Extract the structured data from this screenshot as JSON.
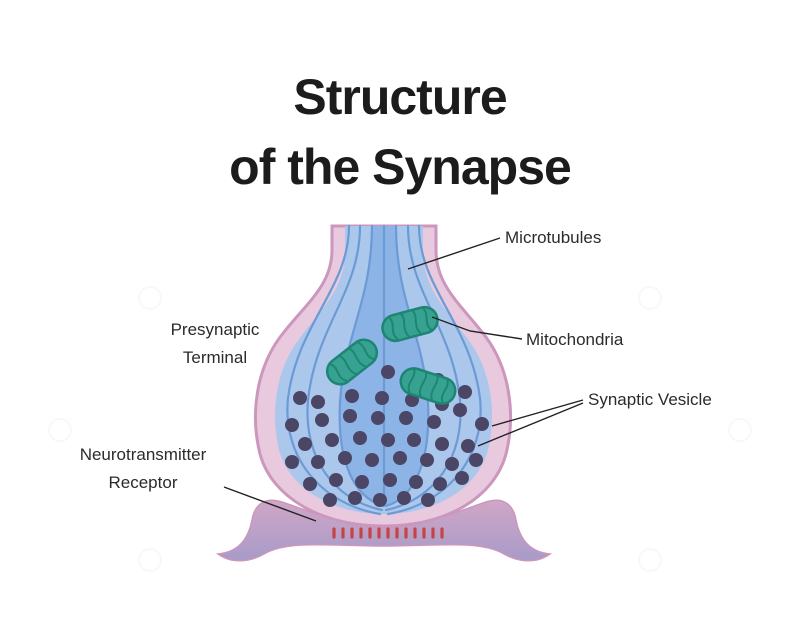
{
  "title": {
    "line1": "Structure",
    "line2": "of the Synapse"
  },
  "labels": {
    "microtubules": "Microtubules",
    "mitochondria": "Mitochondria",
    "synaptic_vesicle": "Synaptic Vesicle",
    "presynaptic_terminal_line1": "Presynaptic",
    "presynaptic_terminal_line2": "Terminal",
    "neurotransmitter_receptor_line1": "Neurotransmitter",
    "neurotransmitter_receptor_line2": "Receptor"
  },
  "colors": {
    "title_text": "#1c1c1c",
    "label_text": "#2b2b2b",
    "leader_line": "#222222",
    "membrane_pink": "#cb97bd",
    "membrane_pink_light": "#e8c9dd",
    "terminal_blue": "#abc8ec",
    "terminal_blue_dark": "#8db4e6",
    "microtubule_line": "#6b9ad6",
    "vesicle": "#4b4566",
    "mitochondria_fill": "#37a291",
    "mitochondria_stroke": "#1f8573",
    "postsynaptic_top": "#d0a6c6",
    "postsynaptic_bottom": "#a79bc8",
    "receptor_red": "#c44545"
  }
}
